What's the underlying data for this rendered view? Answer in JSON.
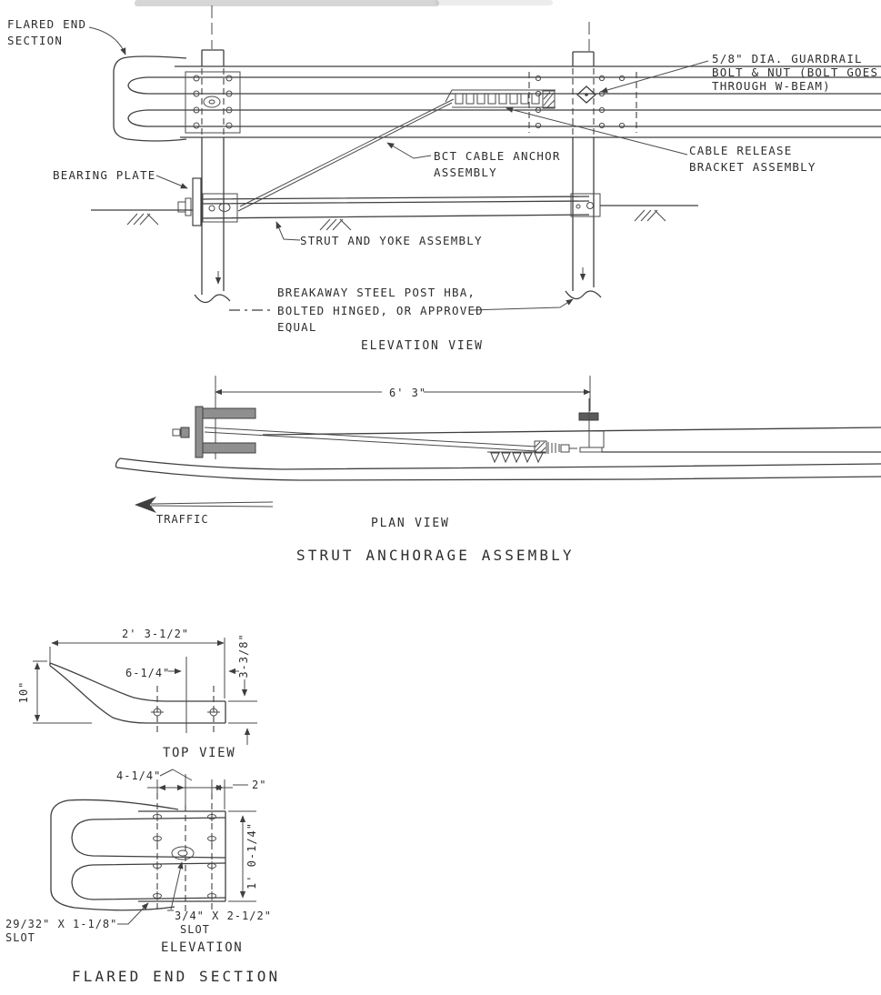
{
  "drawing": {
    "line_color": "#3f3f3f",
    "title_main": "STRUT ANCHORAGE ASSEMBLY",
    "title_secondary": "FLARED END SECTION",
    "views": {
      "elevation": "ELEVATION VIEW",
      "plan": "PLAN VIEW",
      "top": "TOP VIEW",
      "flared_elevation": "ELEVATION"
    },
    "callouts": {
      "flared_end": [
        "FLARED END",
        "SECTION"
      ],
      "guardrail_bolt": [
        "5/8\" DIA. GUARDRAIL",
        "BOLT & NUT (BOLT GOES",
        "THROUGH W-BEAM)"
      ],
      "bct_cable": [
        "BCT CABLE ANCHOR",
        "ASSEMBLY"
      ],
      "cable_release": [
        "CABLE RELEASE",
        "BRACKET ASSEMBLY"
      ],
      "bearing_plate": "BEARING PLATE",
      "strut_yoke": "STRUT AND YOKE ASSEMBLY",
      "breakaway_post": [
        "BREAKAWAY STEEL POST HBA,",
        "BOLTED HINGED, OR APPROVED",
        "EQUAL"
      ],
      "traffic": "TRAFFIC",
      "slot_29_32": [
        "29/32\" X 1-1/8\"",
        "SLOT"
      ],
      "slot_3_4": [
        "3/4\" X 2-1/2\"",
        "SLOT"
      ]
    },
    "dimensions": {
      "post_spacing": "6' 3\"",
      "top_length": "2' 3-1/2\"",
      "top_offset": "6-1/4\"",
      "top_width": "3-3/8\"",
      "top_height": "10\"",
      "elev_hole_spacing": "4-1/4\"",
      "elev_edge": "2\"",
      "elev_height": "1' 0-1/4\""
    }
  }
}
